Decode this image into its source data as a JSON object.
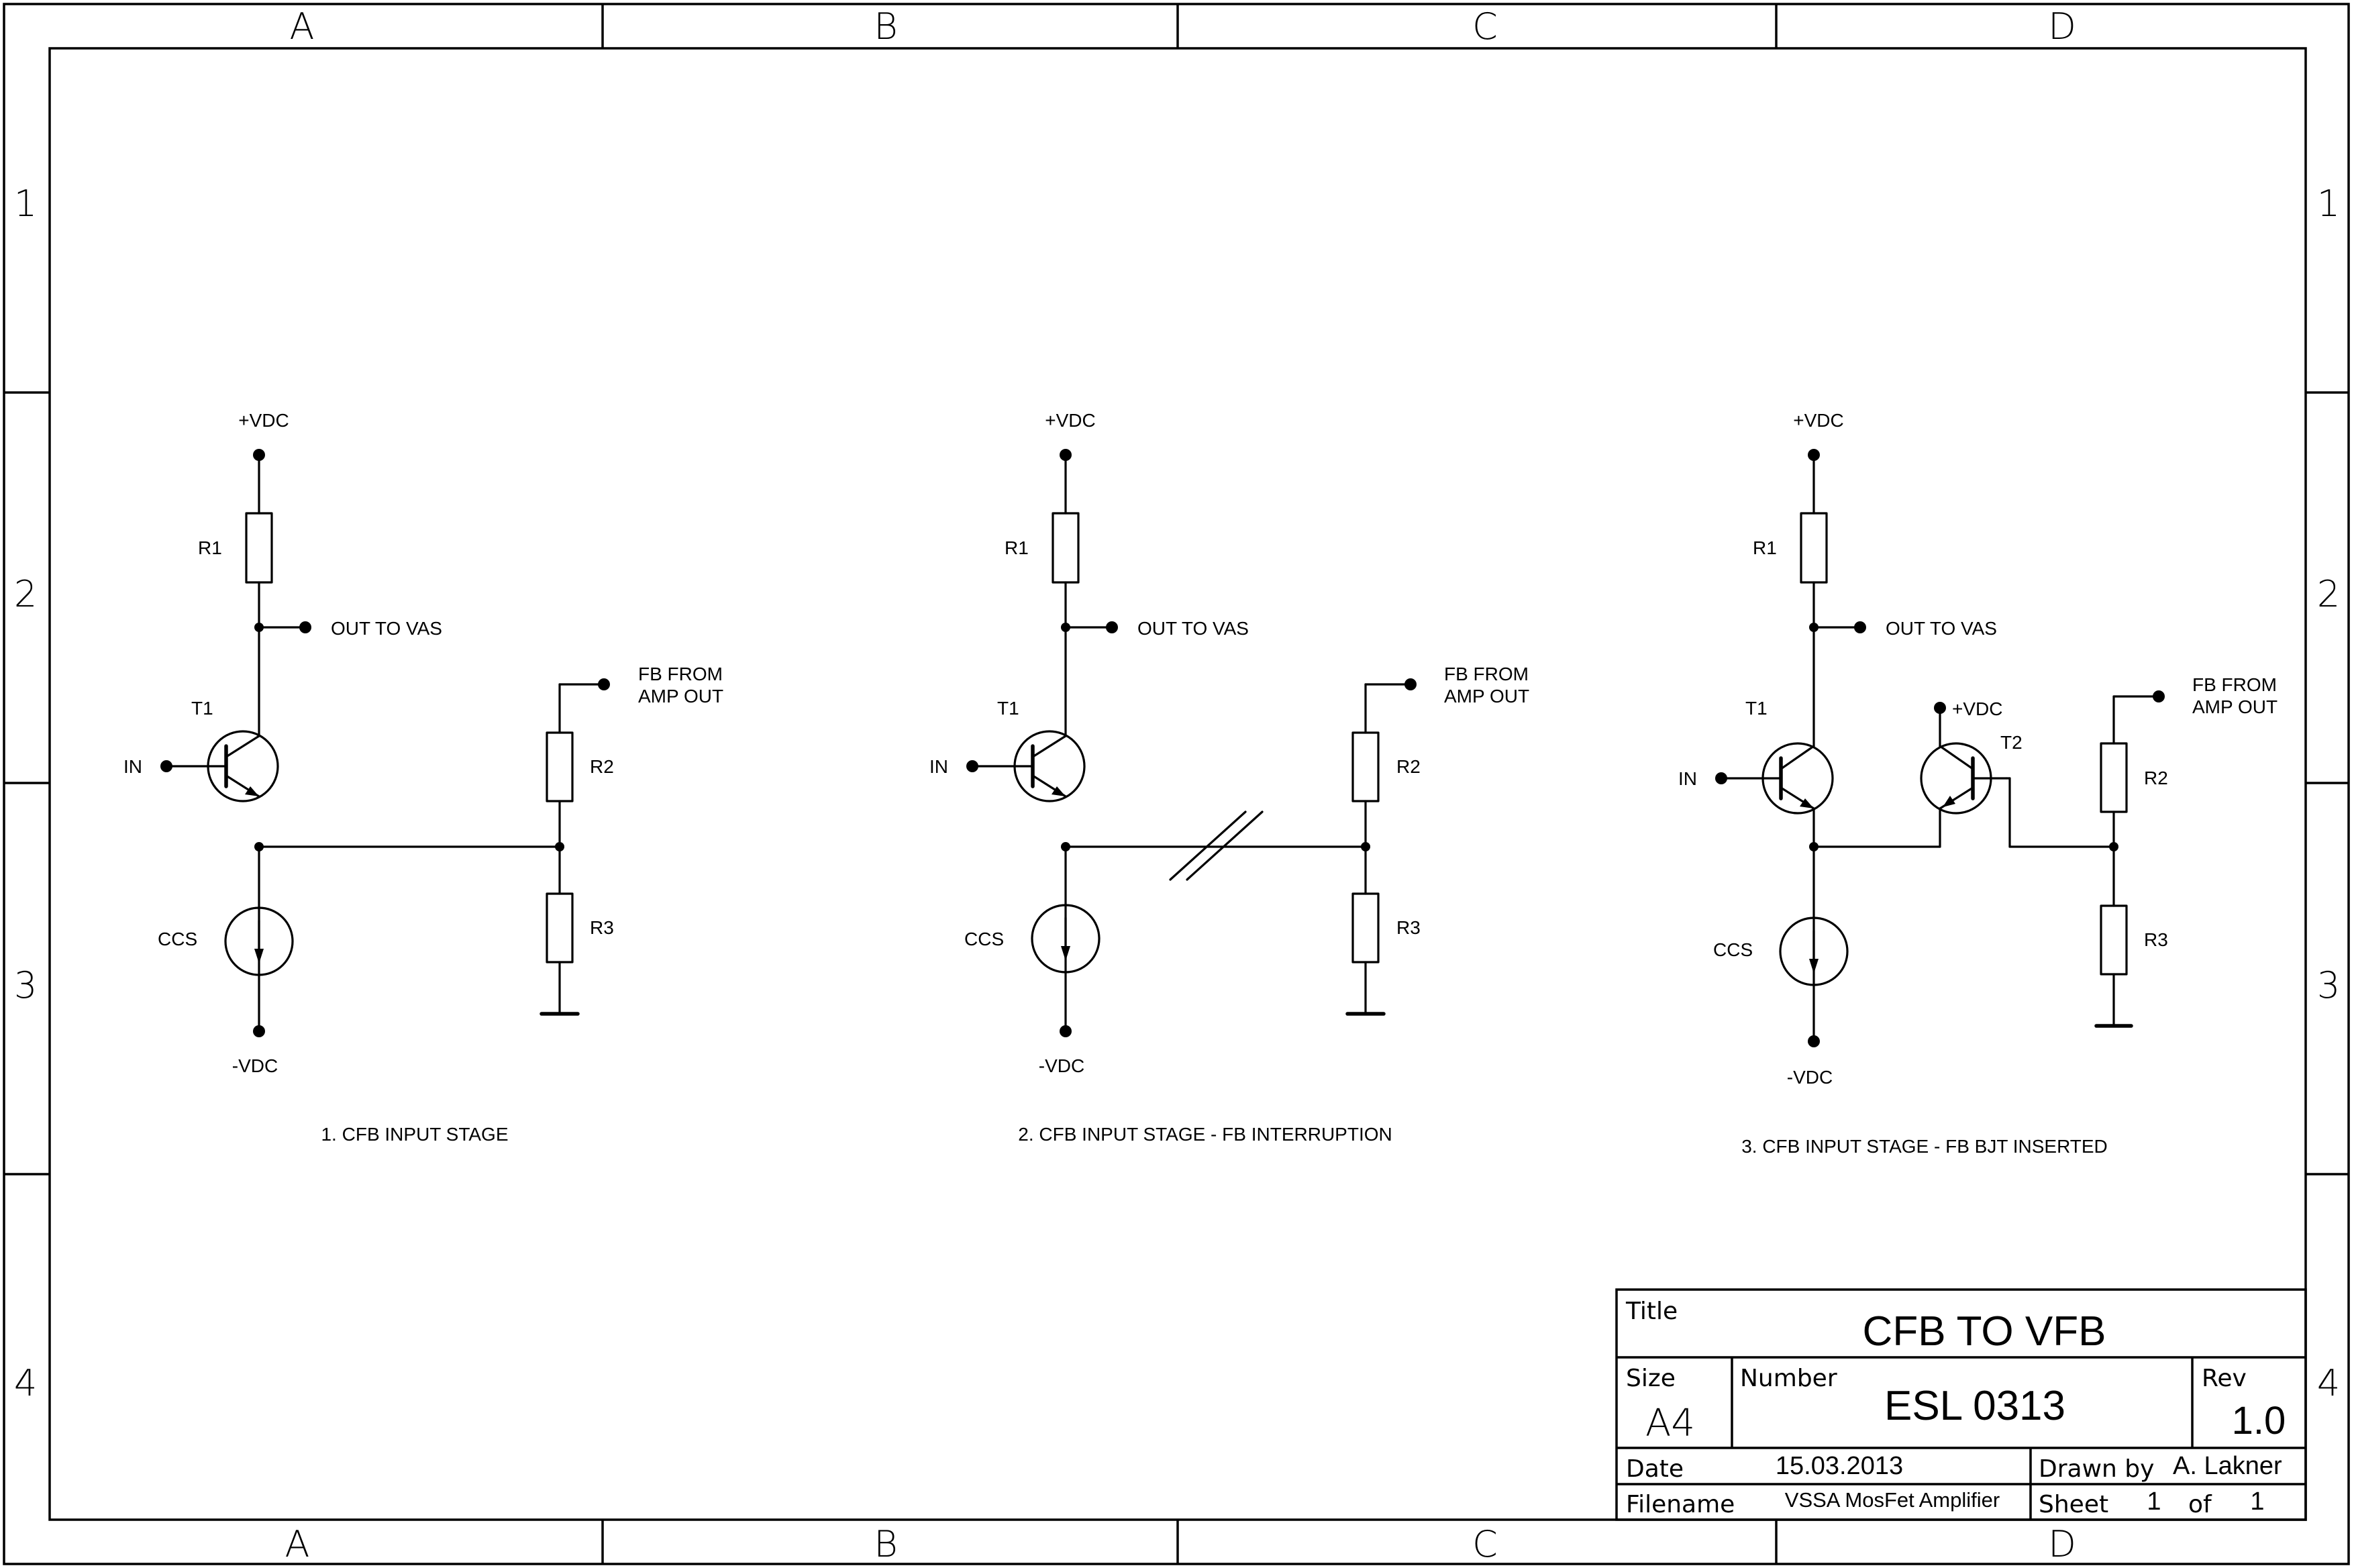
{
  "zones": {
    "columns": [
      "A",
      "B",
      "C",
      "D"
    ],
    "rows": [
      "1",
      "2",
      "3",
      "4"
    ]
  },
  "circuits": [
    {
      "caption": "1. CFB INPUT STAGE",
      "labels": {
        "vpos": "+VDC",
        "r1": "R1",
        "out": "OUT TO VAS",
        "t1": "T1",
        "in": "IN",
        "ccs": "CCS",
        "vneg": "-VDC",
        "r2": "R2",
        "r3": "R3",
        "fb1": "FB FROM",
        "fb2": "AMP OUT"
      }
    },
    {
      "caption": "2. CFB INPUT STAGE - FB INTERRUPTION",
      "labels": {
        "vpos": "+VDC",
        "r1": "R1",
        "out": "OUT TO VAS",
        "t1": "T1",
        "in": "IN",
        "ccs": "CCS",
        "vneg": "-VDC",
        "r2": "R2",
        "r3": "R3",
        "fb1": "FB FROM",
        "fb2": "AMP OUT"
      }
    },
    {
      "caption": "3. CFB INPUT STAGE - FB BJT INSERTED",
      "labels": {
        "vpos": "+VDC",
        "r1": "R1",
        "out": "OUT TO VAS",
        "t1": "T1",
        "in": "IN",
        "ccs": "CCS",
        "vneg": "-VDC",
        "r2": "R2",
        "r3": "R3",
        "fb1": "FB FROM",
        "fb2": "AMP OUT",
        "t2": "T2",
        "t2vpos": "+VDC"
      }
    }
  ],
  "title_block": {
    "title_label": "Title",
    "title": "CFB TO VFB",
    "size_label": "Size",
    "size": "A4",
    "number_label": "Number",
    "number": "ESL 0313",
    "rev_label": "Rev",
    "rev": "1.0",
    "date_label": "Date",
    "date": "15.03.2013",
    "drawn_by_label": "Drawn by",
    "drawn_by": "A. Lakner",
    "filename_label": "Filename",
    "filename": "VSSA MosFet Amplifier",
    "sheet_label": "Sheet",
    "sheet": "1",
    "of_label": "of",
    "sheet_total": "1"
  }
}
